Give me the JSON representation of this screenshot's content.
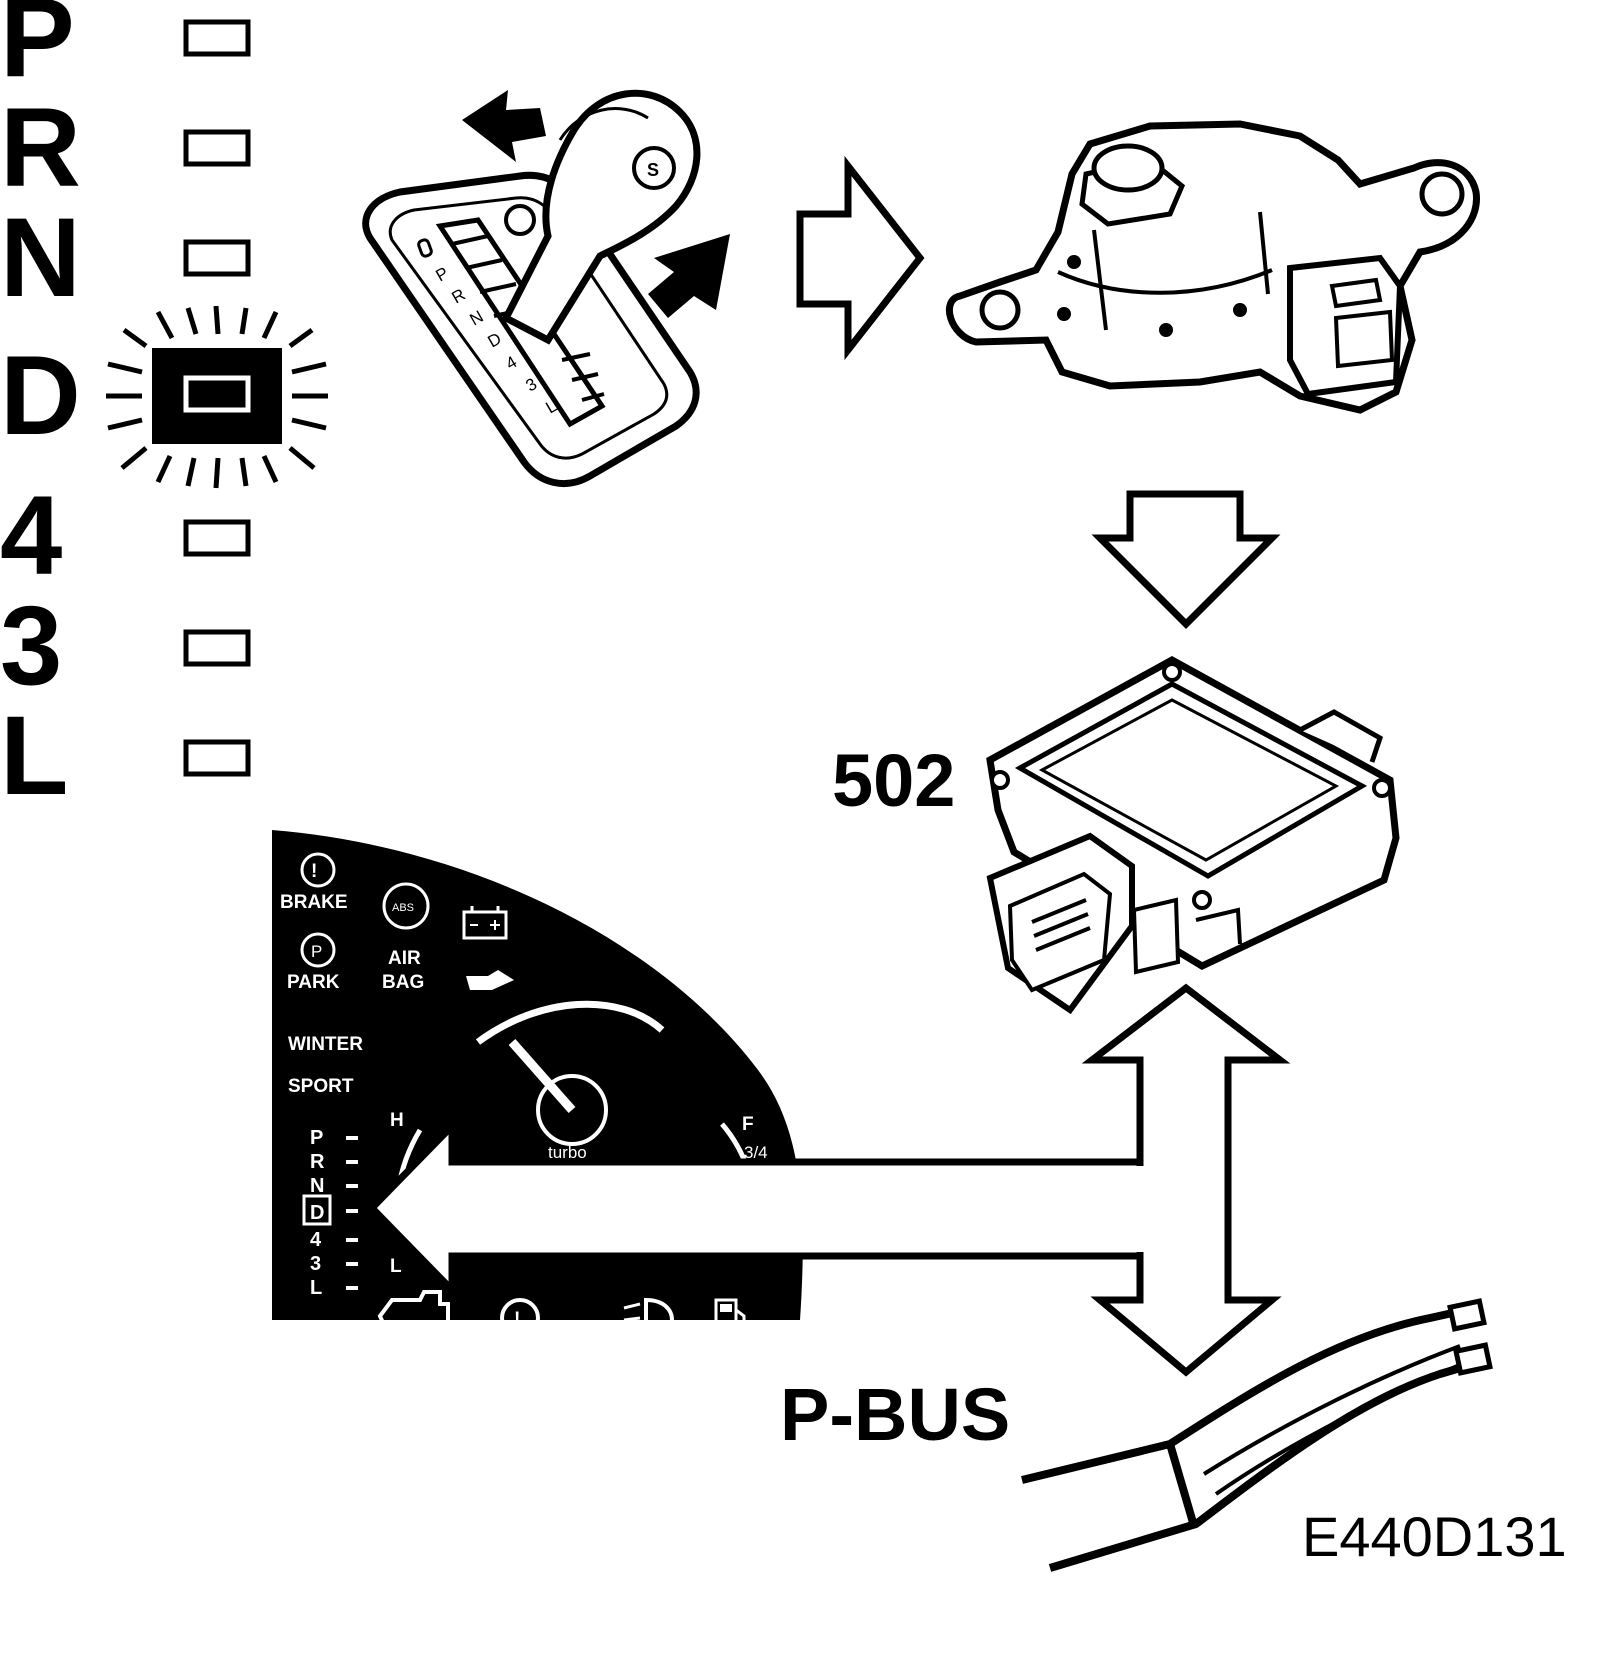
{
  "gear_indicator": {
    "letters": [
      "P",
      "R",
      "N",
      "D",
      "4",
      "3",
      "L"
    ],
    "active": "D"
  },
  "shifter": {
    "gate_labels": [
      "P",
      "R",
      "N",
      "D",
      "4",
      "3",
      "L"
    ],
    "knob_mark": "S"
  },
  "control_module": {
    "number": "502"
  },
  "bus": {
    "label": "P-BUS"
  },
  "cluster": {
    "warning_labels": {
      "brake": "BRAKE",
      "park": "PARK",
      "abs": "ABS",
      "airbag_line1": "AIR",
      "airbag_line2": "BAG",
      "winter": "WINTER",
      "sport": "SPORT",
      "turbo": "turbo",
      "temp_high": "H",
      "fuel_full": "F",
      "fuel_fraction": "3/4",
      "low_gear_mark": "L"
    },
    "gears": [
      "P",
      "R",
      "N",
      "D",
      "4",
      "3",
      "L"
    ],
    "highlighted_gear": "D"
  },
  "figure_id": "E440D131",
  "icons": [
    "brake-warning-icon",
    "park-brake-icon",
    "abs-icon",
    "battery-icon",
    "oil-can-icon",
    "check-engine-icon",
    "traction-icon",
    "fog-light-icon",
    "fuel-pump-icon"
  ]
}
